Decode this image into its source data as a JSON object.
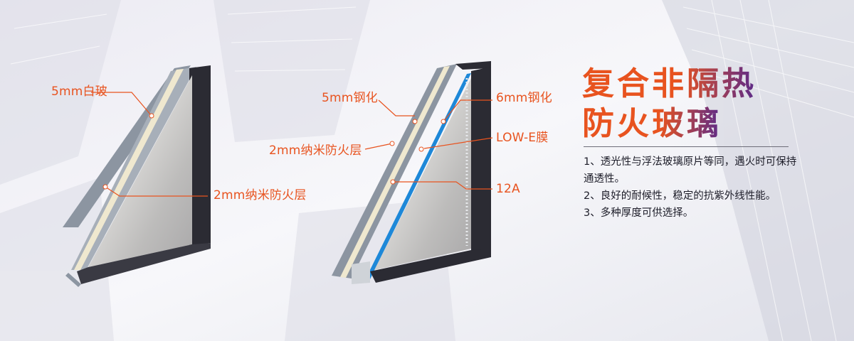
{
  "title": {
    "line1": "复合非隔热",
    "line2": "防火玻璃"
  },
  "features": [
    "1、透光性与浮法玻璃原片等同，遇火时可保持通透性。",
    "2、良好的耐候性，稳定的抗紫外线性能。",
    "3、多种厚度可供选择。"
  ],
  "left_unit": {
    "labels": {
      "glass": "5mm白玻",
      "film": "2mm纳米防火层"
    }
  },
  "right_unit": {
    "labels": {
      "outer_glass": "5mm钢化",
      "film": "2mm纳米防火层",
      "inner_glass": "6mm钢化",
      "coating": "LOW-E膜",
      "cavity": "12A"
    }
  },
  "colors": {
    "accent": "#e8531f",
    "title_gradient_end": "#5b2a8a",
    "glass_edge": "#9aa2ad",
    "glass_face": "#b9b8b8",
    "lowe": "#1e88d8",
    "frame_dark": "#2b2b33"
  }
}
